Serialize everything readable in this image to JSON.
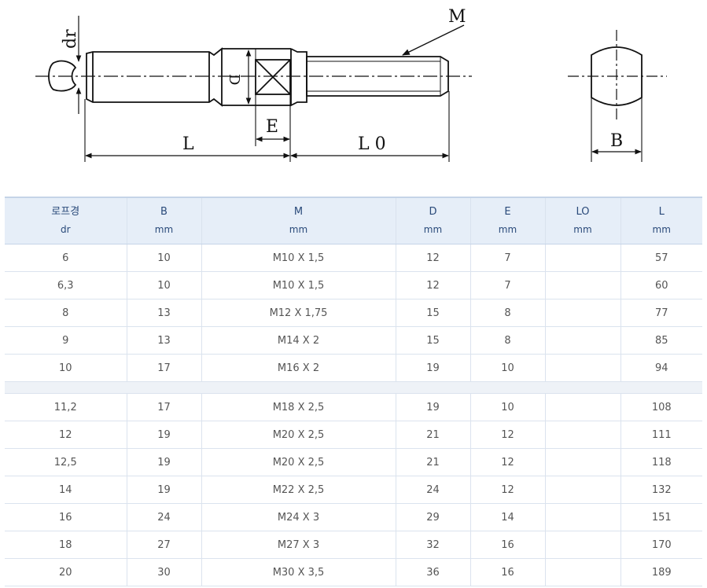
{
  "drawing": {
    "labels": {
      "dr": "dr",
      "D": "D",
      "E": "E",
      "L": "L",
      "L0": "L 0",
      "M": "M",
      "B": "B"
    }
  },
  "table": {
    "headers": [
      {
        "name": "로프경",
        "unit": "dr"
      },
      {
        "name": "B",
        "unit": "mm"
      },
      {
        "name": "M",
        "unit": "mm"
      },
      {
        "name": "D",
        "unit": "mm"
      },
      {
        "name": "E",
        "unit": "mm"
      },
      {
        "name": "LO",
        "unit": "mm"
      },
      {
        "name": "L",
        "unit": "mm"
      }
    ],
    "rows": [
      [
        "6",
        "10",
        "M10 X 1,5",
        "12",
        "7",
        "",
        "57"
      ],
      [
        "6,3",
        "10",
        "M10 X 1,5",
        "12",
        "7",
        "",
        "60"
      ],
      [
        "8",
        "13",
        "M12 X 1,75",
        "15",
        "8",
        "",
        "77"
      ],
      [
        "9",
        "13",
        "M14 X 2",
        "15",
        "8",
        "",
        "85"
      ],
      [
        "10",
        "17",
        "M16 X 2",
        "19",
        "10",
        "",
        "94"
      ],
      [
        "11,2",
        "17",
        "M18 X 2,5",
        "19",
        "10",
        "",
        "108"
      ],
      [
        "12",
        "19",
        "M20 X 2,5",
        "21",
        "12",
        "",
        "111"
      ],
      [
        "12,5",
        "19",
        "M20 X 2,5",
        "21",
        "12",
        "",
        "118"
      ],
      [
        "14",
        "19",
        "M22 X 2,5",
        "24",
        "12",
        "",
        "132"
      ],
      [
        "16",
        "24",
        "M24 X 3",
        "29",
        "14",
        "",
        "151"
      ],
      [
        "18",
        "27",
        "M27 X 3",
        "32",
        "16",
        "",
        "170"
      ],
      [
        "20",
        "30",
        "M30 X 3,5",
        "36",
        "16",
        "",
        "189"
      ]
    ]
  }
}
